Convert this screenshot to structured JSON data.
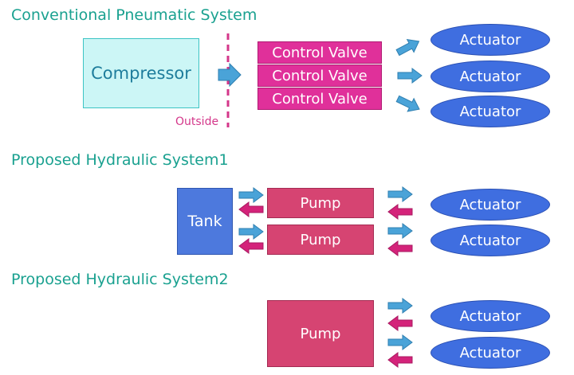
{
  "titles": {
    "conventional": "Conventional Pneumatic System",
    "proposed1": "Proposed Hydraulic System1",
    "proposed2": "Proposed Hydraulic System2"
  },
  "labels": {
    "compressor": "Compressor",
    "outside": "Outside",
    "control_valve": "Control Valve",
    "pump": "Pump",
    "tank": "Tank",
    "actuator": "Actuator"
  },
  "colors": {
    "title": "#1aa190",
    "compressor_fill": "#ccf6f6",
    "compressor_text": "#1e7d9c",
    "control_valve": "#e0309a",
    "pump": "#d64472",
    "tank": "#4d79dd",
    "actuator": "#3f6ee0",
    "flow_arrow": "#4aa3d8",
    "return_arrow": "#d4237a",
    "outside_line": "#d4378a"
  }
}
